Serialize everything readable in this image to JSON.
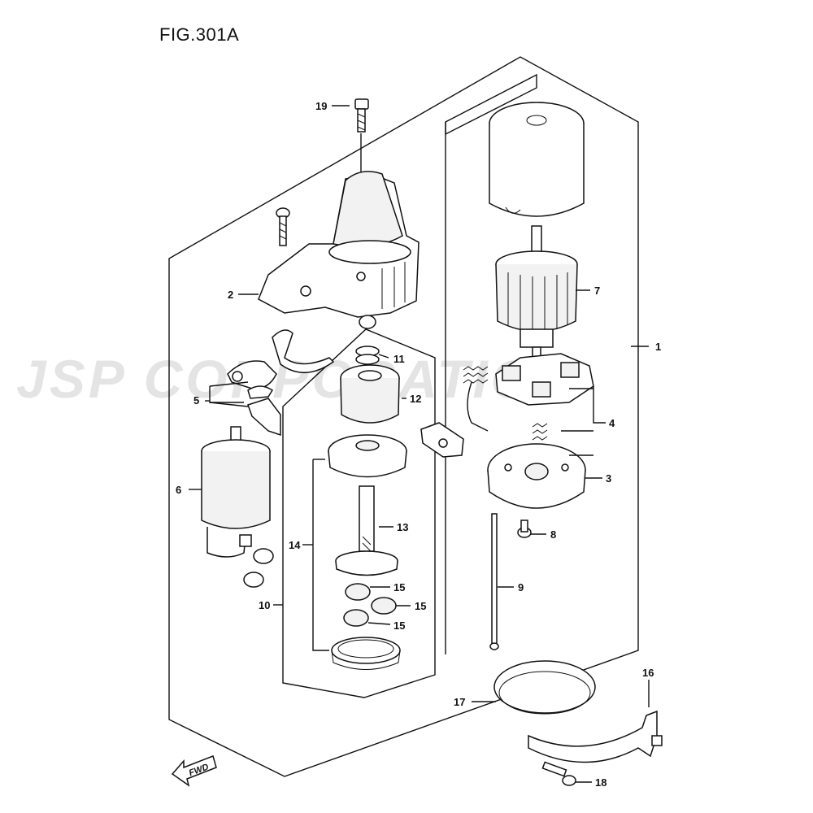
{
  "figure": {
    "title": "FIG.301A",
    "watermark": "JSP CORPORATION",
    "fwd_label": "FWD"
  },
  "callouts": [
    {
      "id": "1",
      "text": "1"
    },
    {
      "id": "2",
      "text": "2"
    },
    {
      "id": "3",
      "text": "3"
    },
    {
      "id": "4",
      "text": "4"
    },
    {
      "id": "5",
      "text": "5"
    },
    {
      "id": "6",
      "text": "6"
    },
    {
      "id": "7",
      "text": "7"
    },
    {
      "id": "8",
      "text": "8"
    },
    {
      "id": "9",
      "text": "9"
    },
    {
      "id": "10",
      "text": "10"
    },
    {
      "id": "11",
      "text": "11"
    },
    {
      "id": "12",
      "text": "12"
    },
    {
      "id": "13",
      "text": "13"
    },
    {
      "id": "14",
      "text": "14"
    },
    {
      "id": "15a",
      "text": "15"
    },
    {
      "id": "15b",
      "text": "15"
    },
    {
      "id": "15c",
      "text": "15"
    },
    {
      "id": "16",
      "text": "16"
    },
    {
      "id": "17",
      "text": "17"
    },
    {
      "id": "18",
      "text": "18"
    },
    {
      "id": "19",
      "text": "19"
    }
  ]
}
